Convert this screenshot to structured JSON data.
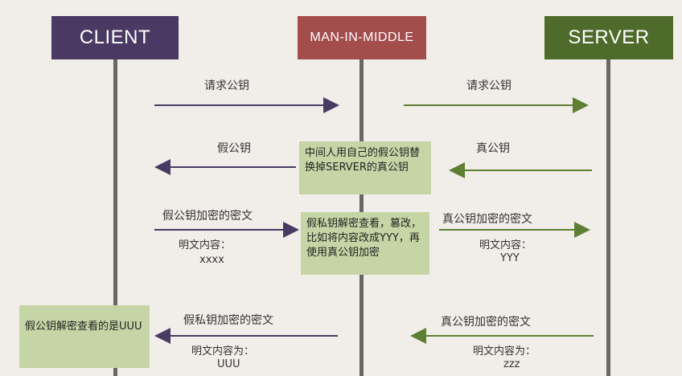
{
  "actors": {
    "client": "CLIENT",
    "mitm": "MAN-IN-MIDDLE",
    "server": "SERVER"
  },
  "messages": {
    "client_request": "请求公钥",
    "mitm_request": "请求公钥",
    "fake_key": "假公钥",
    "real_key": "真公钥",
    "fake_key_encrypted": "假公钥加密的密文",
    "plaintext_label_1": "明文内容：",
    "plaintext_value_1": "xxxx",
    "real_key_encrypted_1": "真公钥加密的密文",
    "plaintext_label_2": "明文内容：",
    "plaintext_value_2": "YYY",
    "fake_private_encrypted": "假私钥加密的密文",
    "plaintext_label_3": "明文内容为：",
    "plaintext_value_3": "UUU",
    "real_key_encrypted_2": "真公钥加密的密文",
    "plaintext_label_4": "明文内容为：",
    "plaintext_value_4": "zzz"
  },
  "notes": {
    "swap_key": "中间人用自己的假公钥替换掉SERVER的真公钥",
    "tamper": "假私钥解密查看，篡改，比如将内容改成YYY，再使用真公钥加密",
    "client_view": "假公钥解密查看的是UUU"
  },
  "colors": {
    "client": "#4a3a63",
    "mitm": "#a34d4d",
    "server": "#4f6b2c",
    "client_arrow": "#4a3a63",
    "server_arrow": "#5d7f33",
    "note": "#c6d5a5"
  }
}
